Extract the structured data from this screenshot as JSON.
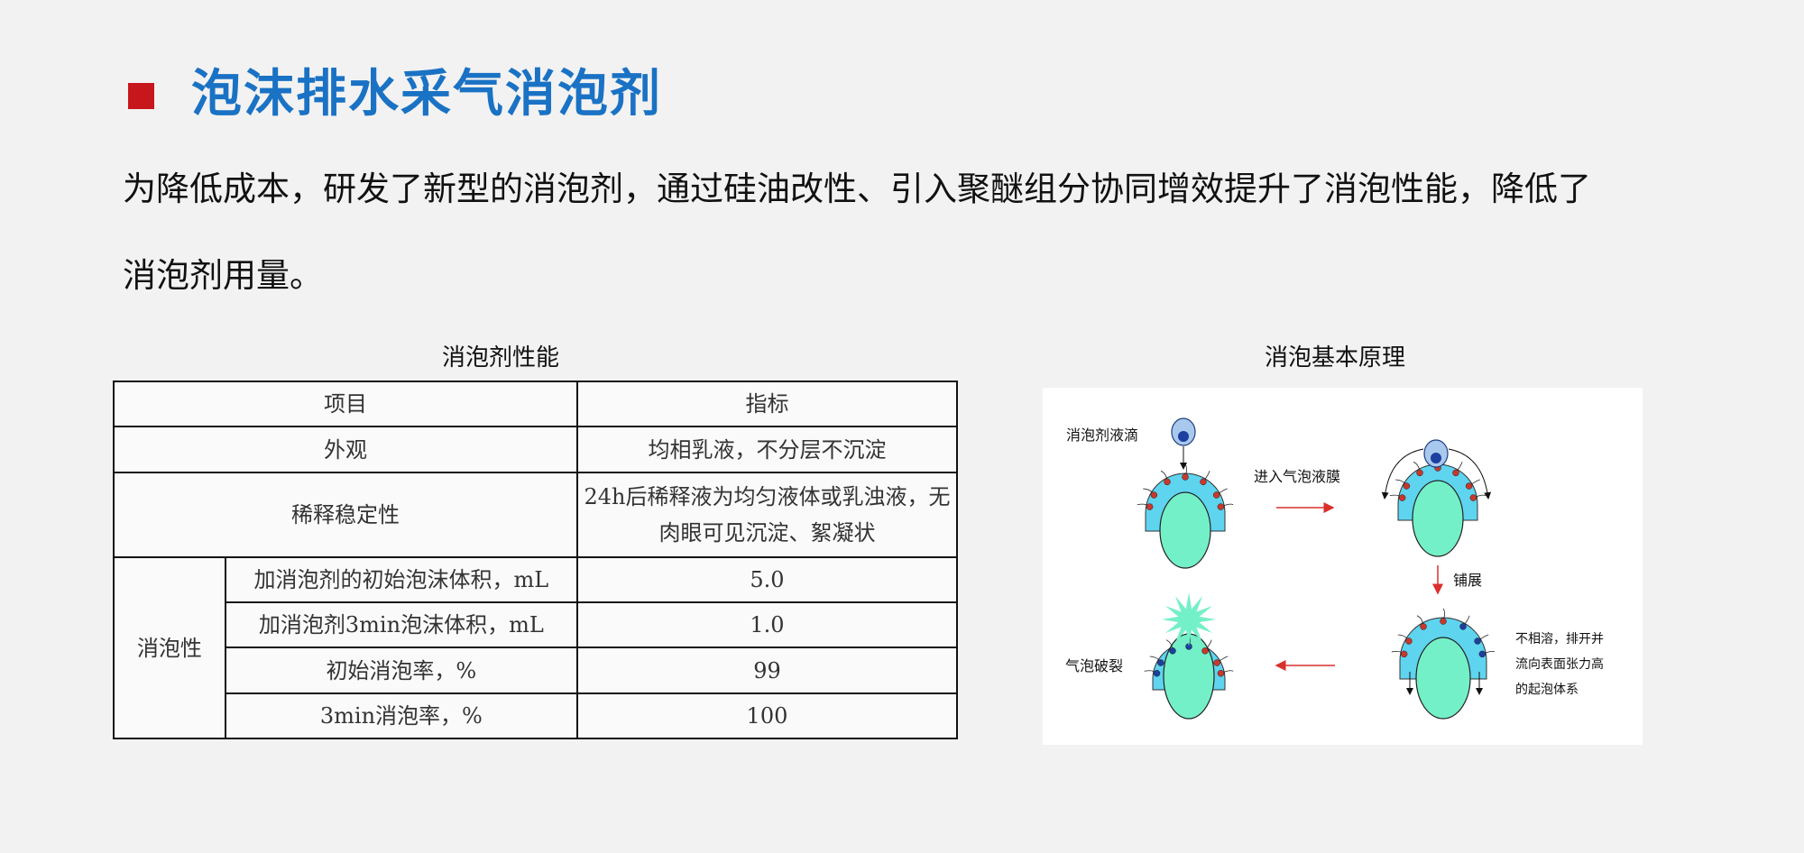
{
  "header": {
    "title": "泡沫排水采气消泡剂"
  },
  "intro": {
    "line1": "为降低成本，研发了新型的消泡剂，通过硅油改性、引入聚醚组分协同增效提升了消泡性能，降低了",
    "line2": "消泡剂用量。"
  },
  "table": {
    "caption": "消泡剂性能",
    "headers": [
      "项目",
      "指标"
    ],
    "rows": [
      {
        "item": "外观",
        "value": "均相乳液，不分层不沉淀"
      },
      {
        "item": "稀释稳定性",
        "value": "24h后稀释液为均匀液体或乳浊液，无肉眼可见沉淀、絮凝状"
      }
    ],
    "group": {
      "label": "消泡性",
      "rows": [
        {
          "item": "加消泡剂的初始泡沫体积，mL",
          "value": "5.0"
        },
        {
          "item": "加消泡剂3min泡沫体积，mL",
          "value": "1.0"
        },
        {
          "item": "初始消泡率，%",
          "value": "99"
        },
        {
          "item": "3min消泡率，%",
          "value": "100"
        }
      ]
    }
  },
  "diagram": {
    "caption": "消泡基本原理",
    "labels": {
      "droplet": "消泡剂液滴",
      "enter": "进入气泡液膜",
      "spread": "铺展",
      "burst": "气泡破裂",
      "note1": "不相溶，排开并",
      "note2": "流向表面张力高",
      "note3": "的起泡体系"
    }
  },
  "colors": {
    "title": "#1a72c4",
    "marker": "#c8161d",
    "film": "#5fd4ef",
    "bubble": "#74f0c8",
    "arrow": "#d9302c"
  }
}
